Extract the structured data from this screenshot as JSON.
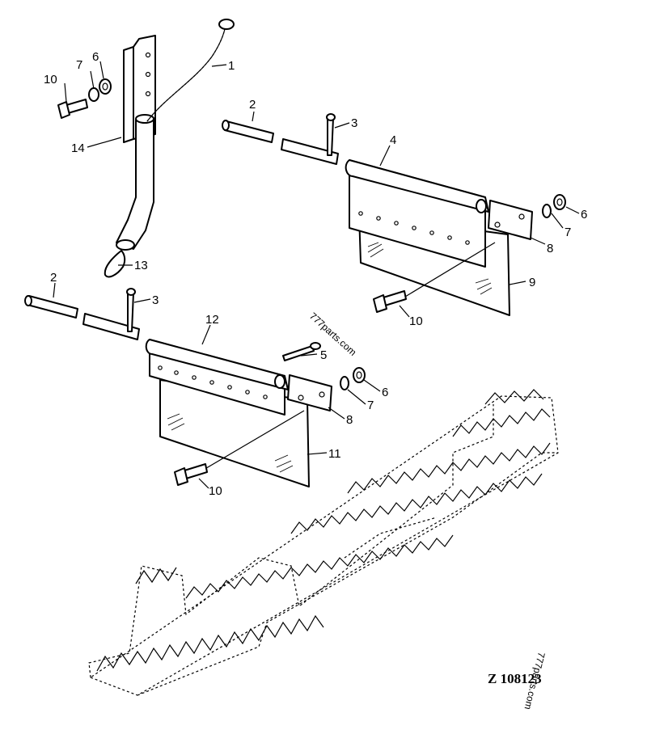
{
  "diagram": {
    "reference_number": "Z 108123",
    "callouts": [
      {
        "id": "c1",
        "label": "1"
      },
      {
        "id": "c2a",
        "label": "2"
      },
      {
        "id": "c3a",
        "label": "3"
      },
      {
        "id": "c4",
        "label": "4"
      },
      {
        "id": "c6a",
        "label": "6"
      },
      {
        "id": "c7a",
        "label": "7"
      },
      {
        "id": "c8a",
        "label": "8"
      },
      {
        "id": "c9",
        "label": "9"
      },
      {
        "id": "c10a",
        "label": "10"
      },
      {
        "id": "c10b",
        "label": "10"
      },
      {
        "id": "c6b",
        "label": "6"
      },
      {
        "id": "c7b",
        "label": "7"
      },
      {
        "id": "c14",
        "label": "14"
      },
      {
        "id": "c13",
        "label": "13"
      },
      {
        "id": "c2b",
        "label": "2"
      },
      {
        "id": "c3b",
        "label": "3"
      },
      {
        "id": "c12",
        "label": "12"
      },
      {
        "id": "c5",
        "label": "5"
      },
      {
        "id": "c6c",
        "label": "6"
      },
      {
        "id": "c7c",
        "label": "7"
      },
      {
        "id": "c8b",
        "label": "8"
      },
      {
        "id": "c11",
        "label": "11"
      },
      {
        "id": "c10c",
        "label": "10"
      }
    ],
    "watermarks": [
      {
        "id": "wm1",
        "text": "777parts.com"
      },
      {
        "id": "wm2",
        "text": "777parts.com"
      }
    ]
  }
}
